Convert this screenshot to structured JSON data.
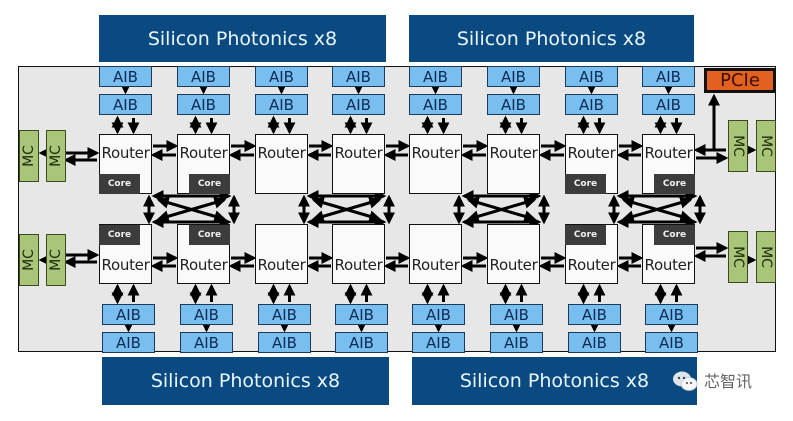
{
  "diagram": {
    "photonics_label": "Silicon Photonics x8",
    "aib_label": "AIB",
    "router_label": "Router",
    "core_label": "Core",
    "mc_label": "MC",
    "pcie_label": "PCIe",
    "watermark_text": "芯智讯",
    "watermark_icon": "wechat-icon",
    "photonics_blocks": [
      {
        "id": "sp-top-left",
        "label": "Silicon Photonics x8"
      },
      {
        "id": "sp-top-right",
        "label": "Silicon Photonics x8"
      },
      {
        "id": "sp-bottom-left",
        "label": "Silicon Photonics x8"
      },
      {
        "id": "sp-bottom-right",
        "label": "Silicon Photonics x8"
      }
    ],
    "router_grid": {
      "columns": 8,
      "rows": 2,
      "top_row_cores": [
        true,
        true,
        false,
        false,
        false,
        false,
        true,
        true
      ],
      "bottom_row_cores": [
        true,
        true,
        false,
        false,
        false,
        false,
        true,
        true
      ]
    },
    "colors": {
      "photonics": "#0a4a80",
      "aib": "#78bff0",
      "mc": "#a9c57a",
      "pcie": "#e36120",
      "core": "#3c3c3c",
      "router": "#fafafa",
      "chip_bg": "#e7e7e7"
    }
  }
}
